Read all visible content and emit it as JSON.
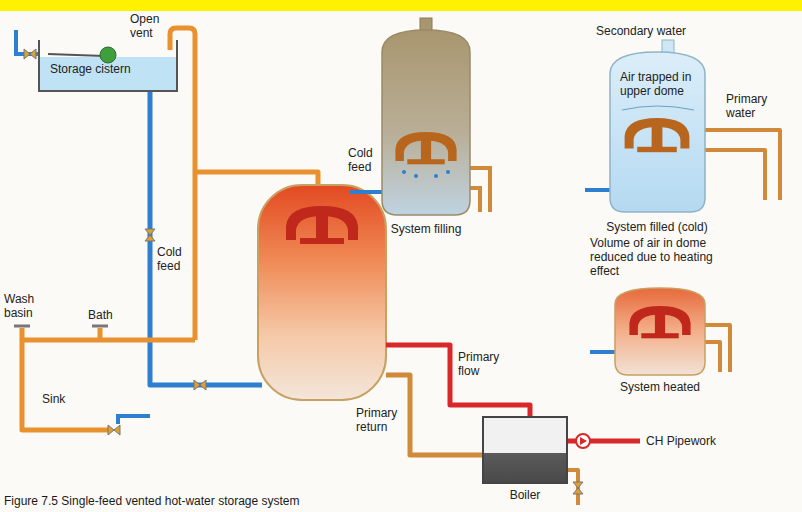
{
  "diagram": {
    "caption": "Figure 7.5 Single-feed vented hot-water storage system",
    "nodes": [
      {
        "text": [
          "Storage cistern"
        ]
      },
      {
        "text": [
          "Boiler"
        ]
      }
    ],
    "labels": [
      "Open vent",
      "Cold feed",
      "Wash basin",
      "Bath",
      "Sink",
      "Primary flow",
      "Primary return",
      "CH Pipework",
      "Secondary water",
      "Air trapped in upper dome",
      "Primary water",
      "Cold feed",
      "System filling",
      "System filled (cold)",
      "Volume of air in dome reduced due to heating effect",
      "System heated"
    ]
  }
}
